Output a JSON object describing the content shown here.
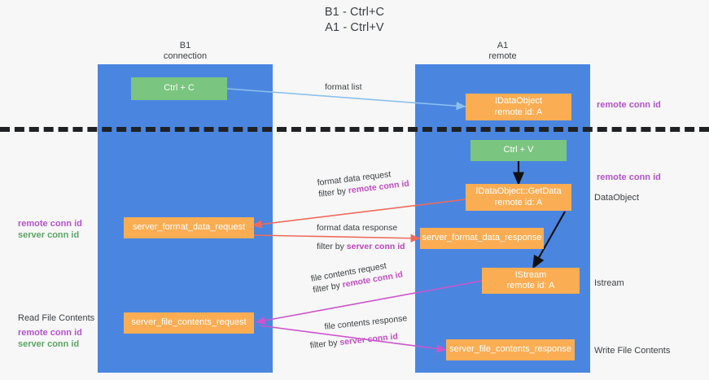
{
  "title": {
    "line1": "B1 - Ctrl+C",
    "line2": "A1 - Ctrl+V"
  },
  "lanes": [
    {
      "id": "b1",
      "name": "B1",
      "subtitle": "connection",
      "color": "#4a86e0"
    },
    {
      "id": "a1",
      "name": "A1",
      "subtitle": "remote",
      "color": "#4a86e0"
    }
  ],
  "nodes": {
    "ctrl_c": "Ctrl + C",
    "ctrl_v": "Ctrl + V",
    "idataobject_l1": "IDataObject",
    "idataobject_l2": "remote id: A",
    "getdata_l1": "IDataObject::GetData",
    "getdata_l2": "remote id: A",
    "istream_l1": "IStream",
    "istream_l2": "remote id: A",
    "server_format_data_request": "server_format_data_request",
    "server_format_data_response": "server_format_data_response",
    "server_file_contents_request": "server_file_contents_request",
    "server_file_contents_response": "server_file_contents_response"
  },
  "right_annotations": {
    "remote_conn_id_top": "remote conn id",
    "remote_conn_id_mid": "remote conn id",
    "dataobject": "DataObject",
    "istream": "Istream",
    "write_file_contents": "Write File Contents"
  },
  "left_annotations": {
    "remote_conn_id_1": "remote conn id",
    "server_conn_id_1": "server conn id",
    "read_file_contents": "Read File Contents",
    "remote_conn_id_2": "remote conn id",
    "server_conn_id_2": "server conn id"
  },
  "edges": [
    {
      "id": "format-list",
      "label": "format list",
      "filter": ""
    },
    {
      "id": "format-data-request",
      "label": "format data request",
      "filter_prefix": "filter by ",
      "filter": "remote conn id"
    },
    {
      "id": "format-data-response",
      "label": "format data response",
      "filter_prefix": "filter by ",
      "filter": "server conn id"
    },
    {
      "id": "file-contents-request",
      "label": "file contents request",
      "filter_prefix": "filter by ",
      "filter": "remote conn id"
    },
    {
      "id": "file-contents-response",
      "label": "file contents response",
      "filter_prefix": "filter by ",
      "filter": "server conn id"
    }
  ],
  "colors": {
    "lane": "#4a86e0",
    "green_node": "#7ac57f",
    "orange_node": "#fbad53",
    "purple": "#b452cc",
    "green_text": "#5aa564",
    "magenta": "#c44ec4",
    "arrow_blue": "#8cc0ec",
    "arrow_red": "#ef6a5a",
    "arrow_magenta": "#cc55cc",
    "background": "#f7f7f7",
    "separator": "#202124"
  }
}
